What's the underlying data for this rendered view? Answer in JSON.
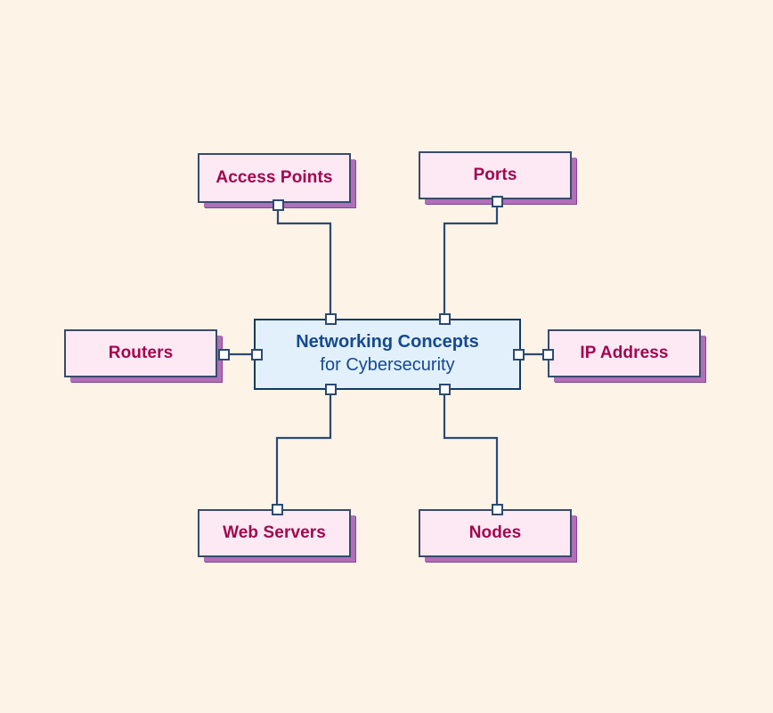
{
  "diagram": {
    "title": "Networking Concepts for Cybersecurity",
    "type": "mind-map",
    "background_color": "#fdf3e7",
    "central": {
      "line1": "Networking Concepts",
      "line2": "for Cybersecurity",
      "fill_color": "#e2f0fb",
      "border_color": "#123a63",
      "text_color": "#15498f"
    },
    "leaf_style": {
      "fill_color": "#fce9f4",
      "border_color": "#3a4a6b",
      "shadow_color": "#8e3f96",
      "text_color": "#a3054f"
    },
    "nodes": [
      {
        "label": "Access Points",
        "position": "top-left"
      },
      {
        "label": "Ports",
        "position": "top-right"
      },
      {
        "label": "Routers",
        "position": "middle-left"
      },
      {
        "label": "IP Address",
        "position": "middle-right"
      },
      {
        "label": "Web Servers",
        "position": "bottom-left"
      },
      {
        "label": "Nodes",
        "position": "bottom-right"
      }
    ],
    "connectors": [
      {
        "from": "Access Points",
        "to": "Networking Concepts for Cybersecurity"
      },
      {
        "from": "Ports",
        "to": "Networking Concepts for Cybersecurity"
      },
      {
        "from": "Routers",
        "to": "Networking Concepts for Cybersecurity"
      },
      {
        "from": "IP Address",
        "to": "Networking Concepts for Cybersecurity"
      },
      {
        "from": "Web Servers",
        "to": "Networking Concepts for Cybersecurity"
      },
      {
        "from": "Nodes",
        "to": "Networking Concepts for Cybersecurity"
      }
    ]
  }
}
